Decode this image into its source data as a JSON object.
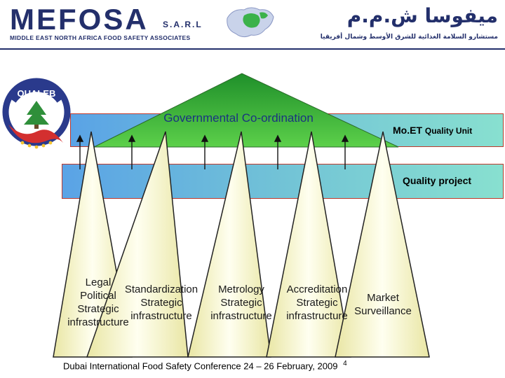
{
  "header": {
    "brand": "MEFOSA",
    "brand_suffix": "S.A.R.L",
    "brand_subtitle": "MIDDLE EAST NORTH AFRICA FOOD SAFETY ASSOCIATES",
    "brand_arabic": "ميفوسا ش.م.م",
    "brand_arabic_subtitle": "مستشارو السلامة الغذائية للشرق الأوسط وشمال أفريقيا",
    "logo_color": "#232f6b"
  },
  "logo": {
    "text": "QUALEB",
    "ring_color": "#2a3a8c",
    "swoosh_color": "#d32f2f"
  },
  "bars": {
    "top_label": "Mo.ET",
    "top_label_small": "Quality Unit",
    "bottom_label": "Quality project",
    "border_color": "#c0392b"
  },
  "apex": {
    "label": "Governmental Co-ordination",
    "fill_start": "#1f8f2a",
    "fill_end": "#5cd04a"
  },
  "pillars": [
    {
      "lines": [
        "Legal",
        "Political",
        "Strategic",
        "infrastructure"
      ]
    },
    {
      "lines": [
        "Standardization",
        "Strategic",
        "infrastructure"
      ]
    },
    {
      "lines": [
        "Metrology",
        "Strategic",
        "infrastructure"
      ]
    },
    {
      "lines": [
        "Accreditation",
        "Strategic",
        "infrastructure"
      ]
    },
    {
      "lines": [
        "Market",
        "Surveillance"
      ]
    }
  ],
  "pillar_fill": "#fafac8",
  "footer": {
    "text": "Dubai International Food Safety Conference 24 – 26 February, 2009",
    "slide_number": "4"
  }
}
